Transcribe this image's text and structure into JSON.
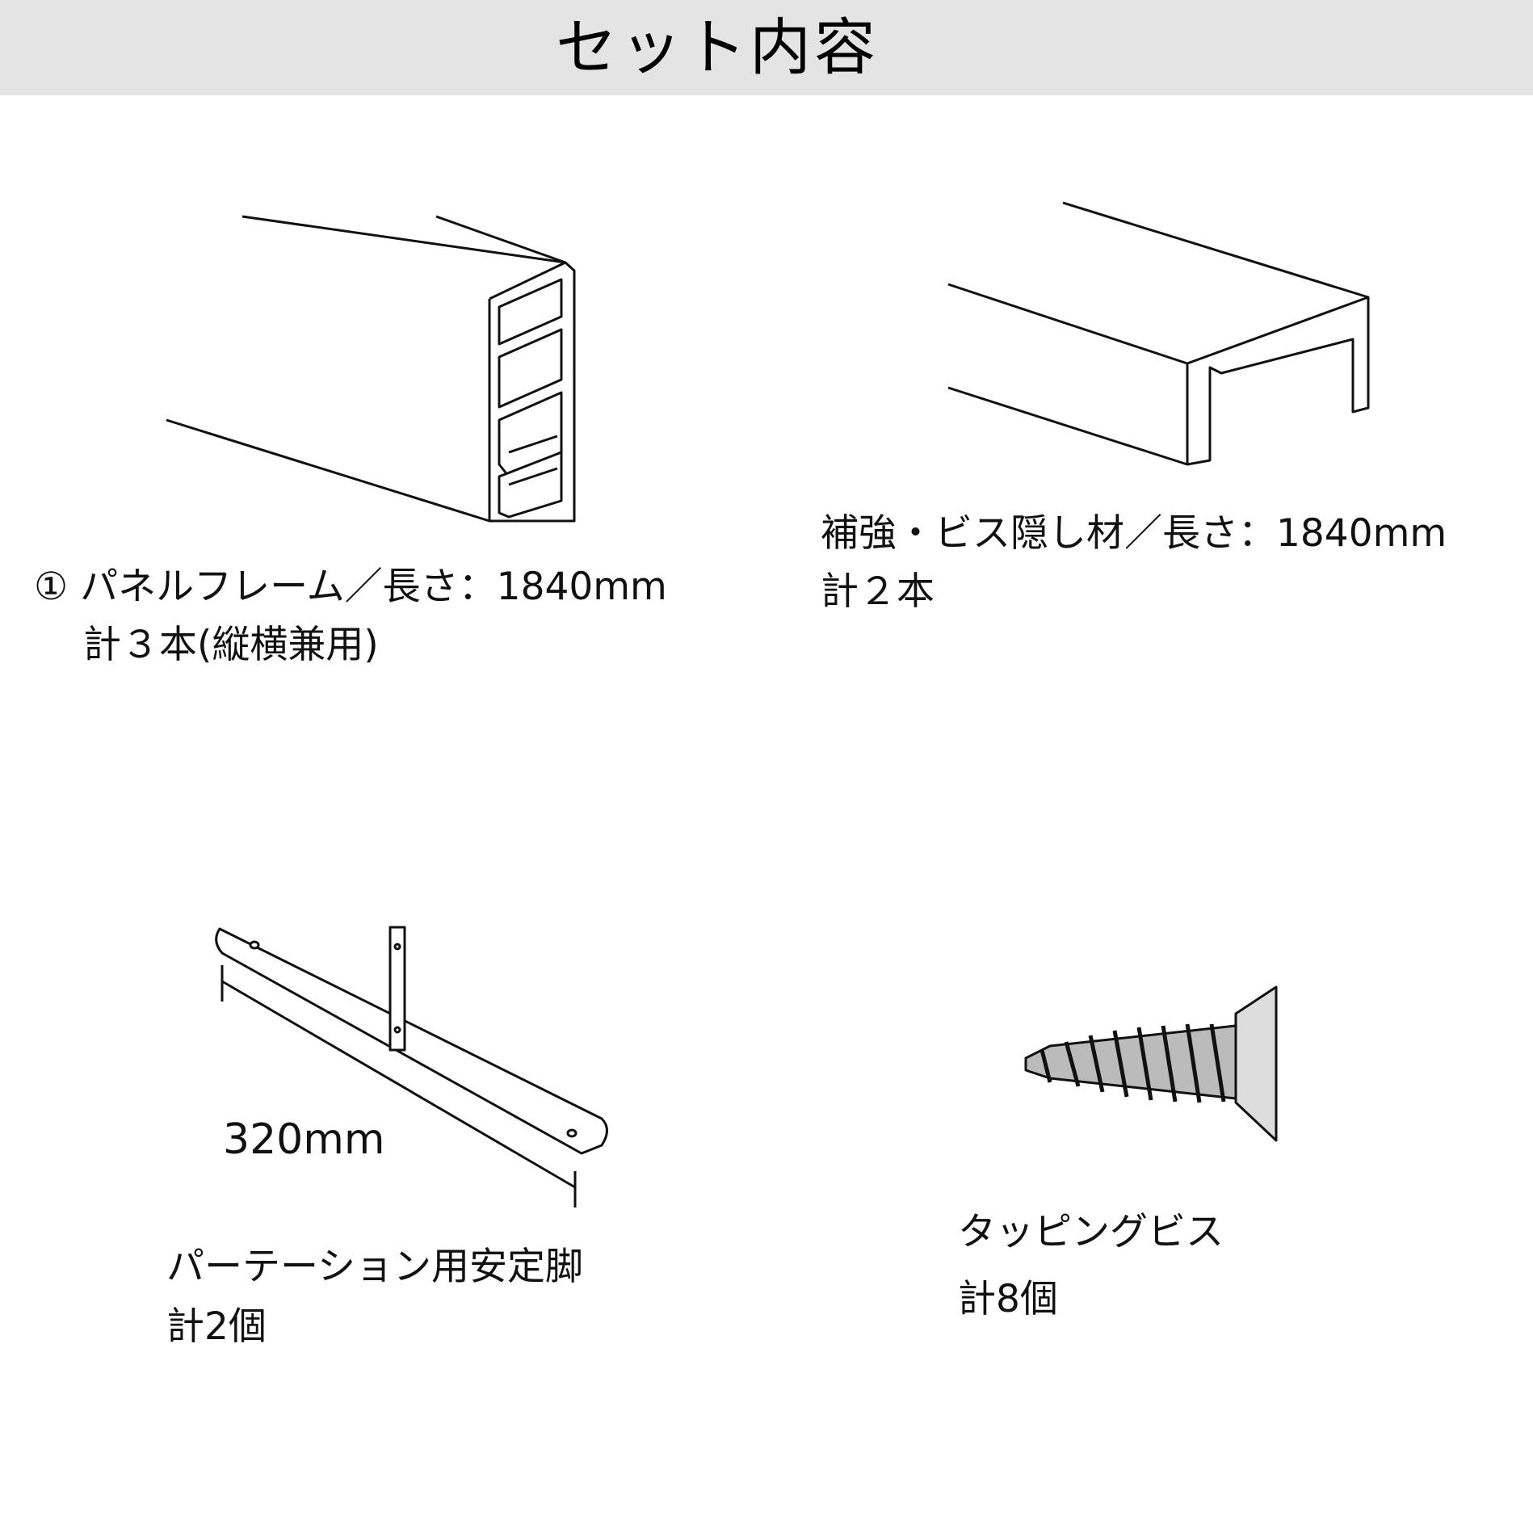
{
  "header": {
    "title": "セット内容"
  },
  "items": [
    {
      "name": "① パネルフレーム／長さ：1840mm",
      "qty": "計３本(縦横兼用)"
    },
    {
      "name": "補強・ビス隠し材／長さ：1840mm",
      "qty": "計２本"
    },
    {
      "name": "パーテーション用安定脚",
      "qty": "計2個",
      "dimension": "320mm"
    },
    {
      "name": "タッピングビス",
      "qty": "計8個"
    }
  ]
}
